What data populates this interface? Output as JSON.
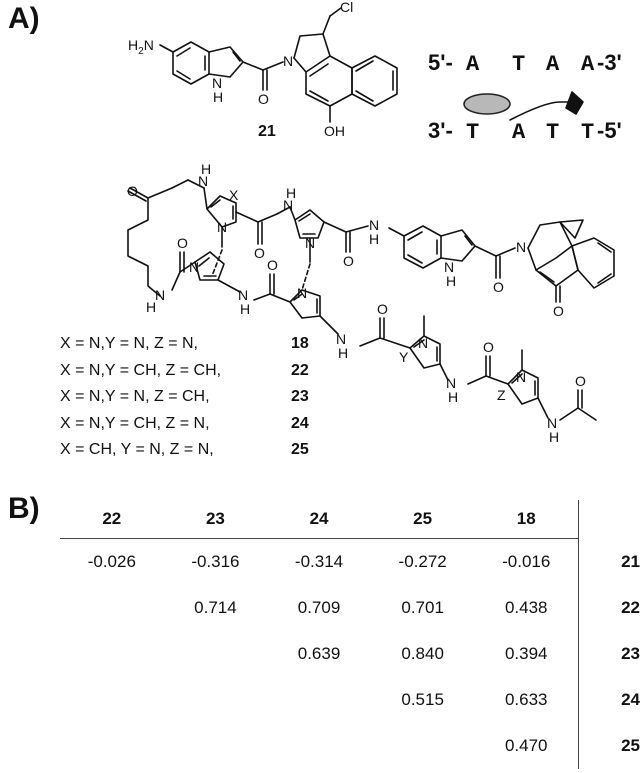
{
  "panels": {
    "a_label": "A)",
    "b_label": "B)"
  },
  "compound_21": {
    "id": "21",
    "h2n": "H",
    "h2n_sub": "2",
    "h2n_n": "N",
    "nh_h": "H",
    "cl": "Cl",
    "oh": "OH"
  },
  "dna": {
    "top_prefix": "5'-",
    "top_bases": [
      "A",
      "T",
      "A",
      "A"
    ],
    "top_suffix": "-3'",
    "bottom_prefix": "3'-",
    "bottom_bases": [
      "T",
      "A",
      "T",
      "T"
    ],
    "bottom_suffix": "-5'"
  },
  "hairpin": {
    "x_label": "X",
    "y_label": "Y",
    "z_label": "Z",
    "h_label": "H",
    "o_label": "O",
    "n_label": "N"
  },
  "legend": [
    {
      "def": "X = N,Y = N, Z = N,",
      "id": "18"
    },
    {
      "def": "X = N,Y = CH, Z = CH,",
      "id": "22"
    },
    {
      "def": "X = N,Y = N, Z = CH,",
      "id": "23"
    },
    {
      "def": "X = N,Y = CH, Z = N,",
      "id": "24"
    },
    {
      "def": "X = CH, Y = N, Z = N,",
      "id": "25"
    }
  ],
  "table": {
    "columns": [
      "22",
      "23",
      "24",
      "25",
      "18"
    ],
    "rows": [
      {
        "label": "21",
        "values": [
          "-0.026",
          "-0.316",
          "-0.314",
          "-0.272",
          "-0.016"
        ]
      },
      {
        "label": "22",
        "values": [
          "",
          "0.714",
          "0.709",
          "0.701",
          "0.438"
        ]
      },
      {
        "label": "23",
        "values": [
          "",
          "",
          "0.639",
          "0.840",
          "0.394"
        ]
      },
      {
        "label": "24",
        "values": [
          "",
          "",
          "",
          "0.515",
          "0.633"
        ]
      },
      {
        "label": "25",
        "values": [
          "",
          "",
          "",
          "",
          "0.470"
        ]
      }
    ]
  }
}
